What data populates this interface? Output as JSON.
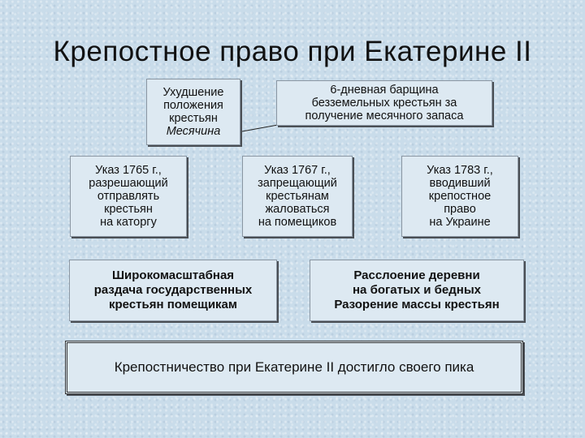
{
  "title": "Крепостное право при Екатерине II",
  "boxes": {
    "worsening": {
      "lines": [
        "Ухудшение",
        "положения",
        "крестьян"
      ],
      "emph": "Месячина"
    },
    "barshchina": {
      "lines": [
        "6-дневная барщина",
        "безземельных крестьян за",
        "получение месячного запаса"
      ]
    },
    "decree_1765": {
      "lines": [
        "Указ 1765 г.,",
        "разрешающий",
        "отправлять",
        "крестьян",
        "на каторгу"
      ]
    },
    "decree_1767": {
      "lines": [
        "Указ 1767 г.,",
        "запрещающий",
        "крестьянам",
        "жаловаться",
        "на помещиков"
      ]
    },
    "decree_1783": {
      "lines": [
        "Указ 1783 г.,",
        "вводивший",
        "крепостное",
        "право",
        "на Украине"
      ]
    },
    "distribution": {
      "lines": [
        "Широкомасштабная",
        "раздача государственных",
        "крестьян помещикам"
      ]
    },
    "stratification": {
      "lines": [
        "Расслоение деревни",
        "на богатых и бедных",
        "Разорение массы крестьян"
      ]
    },
    "conclusion": "Крепостничество при Екатерине II достигло своего пика"
  }
}
